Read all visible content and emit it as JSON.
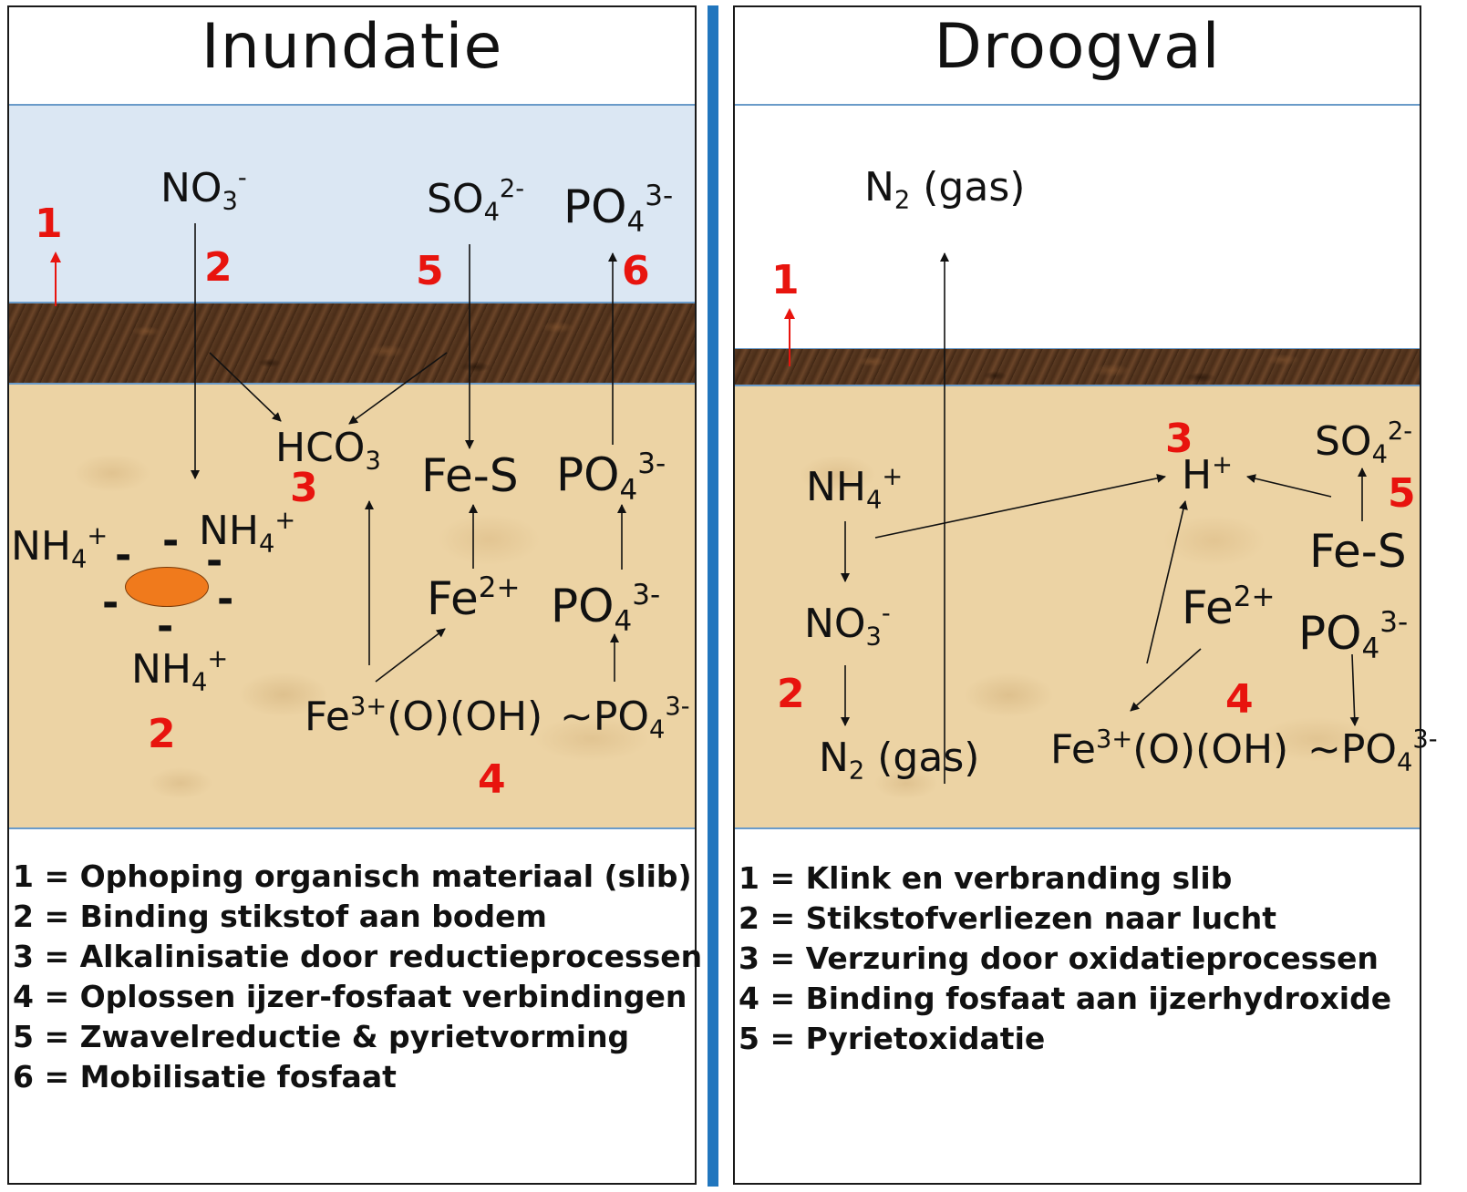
{
  "left": {
    "title": "Inundatie",
    "numbers": {
      "n1": "1",
      "n2a": "2",
      "n5": "5",
      "n6": "6",
      "n3": "3",
      "n2b": "2",
      "n4": "4"
    },
    "species": {
      "no3": {
        "base": "NO",
        "sub": "3",
        "sup": "-"
      },
      "so4": {
        "base": "SO",
        "sub": "4",
        "sup": "2-"
      },
      "po4_water": {
        "base": "PO",
        "sub": "4",
        "sup": "3-"
      },
      "hco3": {
        "base": "HCO",
        "sub": "3"
      },
      "fes": {
        "base": "Fe-S"
      },
      "po4_soil1": {
        "base": "PO",
        "sub": "4",
        "sup": "3-"
      },
      "fe2": {
        "base": "Fe",
        "sup": "2+"
      },
      "po4_soil2": {
        "base": "PO",
        "sub": "4",
        "sup": "3-"
      },
      "fe3": {
        "base": "Fe",
        "sup": "3+",
        "tail": "(O)(OH)"
      },
      "po4_bound": {
        "pre": "~PO",
        "sub": "4",
        "sup": "3-"
      },
      "nh4_left": {
        "base": "NH",
        "sub": "4",
        "sup": "+"
      },
      "nh4_right": {
        "base": "NH",
        "sub": "4",
        "sup": "+"
      },
      "nh4_bottom": {
        "base": "NH",
        "sub": "4",
        "sup": "+"
      }
    },
    "charge_sign": "-",
    "legend": [
      "1 = Ophoping organisch materiaal (slib)",
      "2 = Binding stikstof aan bodem",
      "3 = Alkalinisatie door reductieprocessen",
      "4 = Oplossen ijzer-fosfaat verbindingen",
      "5 = Zwavelreductie & pyrietvorming",
      "6 = Mobilisatie fosfaat"
    ]
  },
  "right": {
    "title": "Droogval",
    "numbers": {
      "n1": "1",
      "n3": "3",
      "n5": "5",
      "n2": "2",
      "n4": "4"
    },
    "species": {
      "n2_air": {
        "base": "N",
        "sub": "2",
        "tail": " (gas)"
      },
      "nh4": {
        "base": "NH",
        "sub": "4",
        "sup": "+"
      },
      "hplus": {
        "base": "H",
        "sup": "+"
      },
      "so4": {
        "base": "SO",
        "sub": "4",
        "sup": "2-"
      },
      "fes": {
        "base": "Fe-S"
      },
      "no3": {
        "base": "NO",
        "sub": "3",
        "sup": "-"
      },
      "fe2": {
        "base": "Fe",
        "sup": "2+"
      },
      "po4": {
        "base": "PO",
        "sub": "4",
        "sup": "3-"
      },
      "n2_soil": {
        "base": "N",
        "sub": "2",
        "tail": " (gas)"
      },
      "fe3": {
        "base": "Fe",
        "sup": "3+",
        "tail": "(O)(OH)"
      },
      "po4_bound": {
        "pre": "~PO",
        "sub": "4",
        "sup": "3-"
      }
    },
    "legend": [
      "1 = Klink en verbranding slib",
      "2 = Stikstofverliezen naar lucht",
      "3 = Verzuring door oxidatieprocessen",
      "4 = Binding fosfaat aan ijzerhydroxide",
      "5 = Pyrietoxidatie"
    ]
  },
  "colors": {
    "highlight": "#e8140e",
    "divider": "#2176be",
    "water": "#dbe7f3",
    "sand": "#ecd3a4",
    "mud": "#4a2d18",
    "particle": "#f07a1c"
  }
}
